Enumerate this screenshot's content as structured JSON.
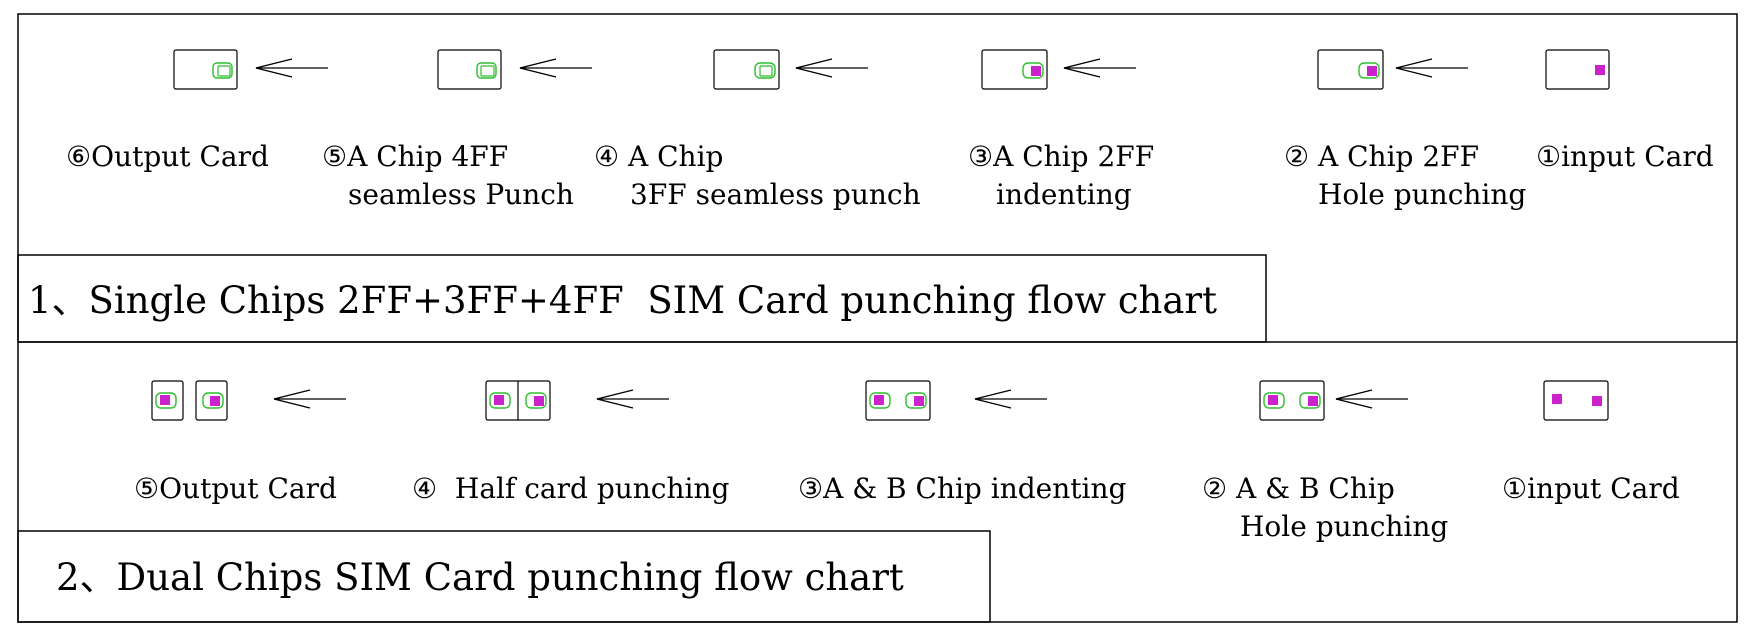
{
  "colors": {
    "line": "#000000",
    "chip_green": "#2fbf2f",
    "chip_magenta": "#cc22cc"
  },
  "flow1": {
    "title": "1、Single Chips 2FF+3FF+4FF  SIM Card punching flow chart",
    "steps": {
      "s6": {
        "line1": "⑥Output Card"
      },
      "s5": {
        "line1": "⑤A Chip 4FF",
        "line2": "seamless Punch"
      },
      "s4": {
        "line1": "④ A Chip",
        "line2": "3FF seamless punch"
      },
      "s3": {
        "line1": "③A Chip 2FF",
        "line2": "indenting"
      },
      "s2": {
        "line1": "② A Chip 2FF",
        "line2": "Hole punching"
      },
      "s1": {
        "line1": "①input Card"
      }
    }
  },
  "flow2": {
    "title": "2、Dual Chips SIM Card punching flow chart",
    "steps": {
      "s5": {
        "line1": "⑤Output Card"
      },
      "s4": {
        "line1": "④  Half card punching"
      },
      "s3": {
        "line1": "③A & B Chip indenting"
      },
      "s2": {
        "line1": "② A & B Chip",
        "line2": "Hole punching"
      },
      "s1": {
        "line1": "①input Card"
      }
    }
  }
}
